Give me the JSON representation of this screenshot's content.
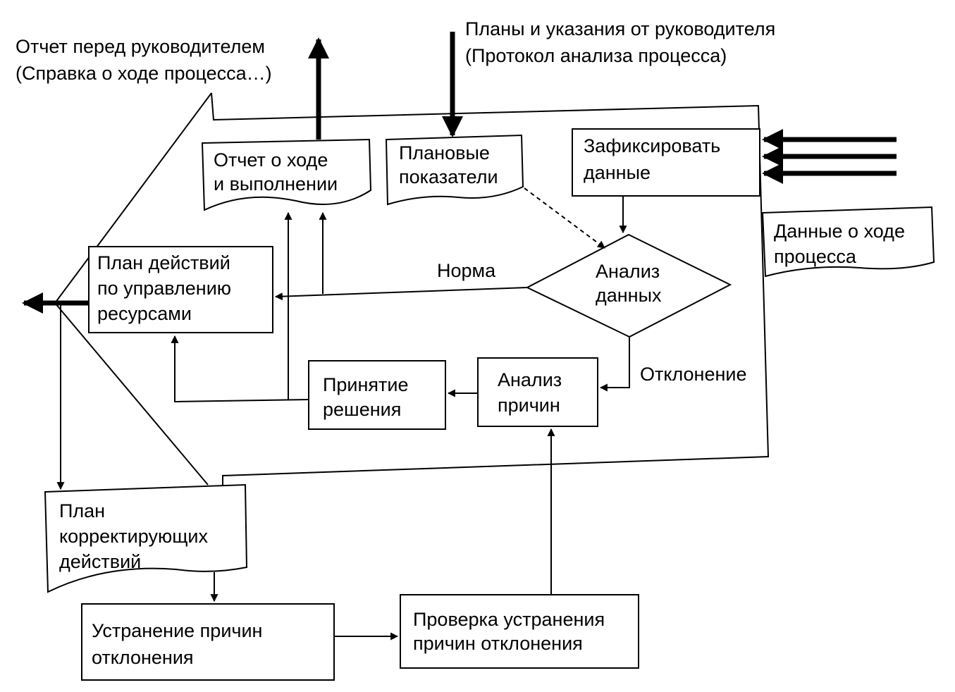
{
  "ext_report": {
    "line1": "Отчет перед руководителем",
    "line2": "(Справка о ходе процесса…)"
  },
  "ext_plans": {
    "line1": "Планы и указания  от руководителя",
    "line2": "(Протокол анализа процесса)"
  },
  "report_doc": {
    "line1": "Отчет о ходе",
    "line2": "и выполнении"
  },
  "planned_doc": {
    "line1": "Плановые",
    "line2": "показатели"
  },
  "record_box": {
    "line1": "Зафиксировать",
    "line2": "данные"
  },
  "process_data_doc": {
    "line1": "Данные о ходе",
    "line2": "процесса"
  },
  "resource_plan": {
    "line1": "План действий",
    "line2": "по управлению",
    "line3": "ресурсами"
  },
  "analysis_diamond": {
    "line1": "Анализ",
    "line2": "данных"
  },
  "norm_label": "Норма",
  "deviation_label": "Отклонение",
  "decision_box": {
    "line1": "Принятие",
    "line2": "решения"
  },
  "cause_box": {
    "line1": "Анализ",
    "line2": "причин"
  },
  "corrective_plan": {
    "line1": "План",
    "line2": "корректирующих",
    "line3": "действий"
  },
  "elimination_box": {
    "line1": "Устранение причин",
    "line2": "отклонения"
  },
  "verification_box": {
    "line1": "Проверка устранения",
    "line2": "причин отклонения"
  }
}
